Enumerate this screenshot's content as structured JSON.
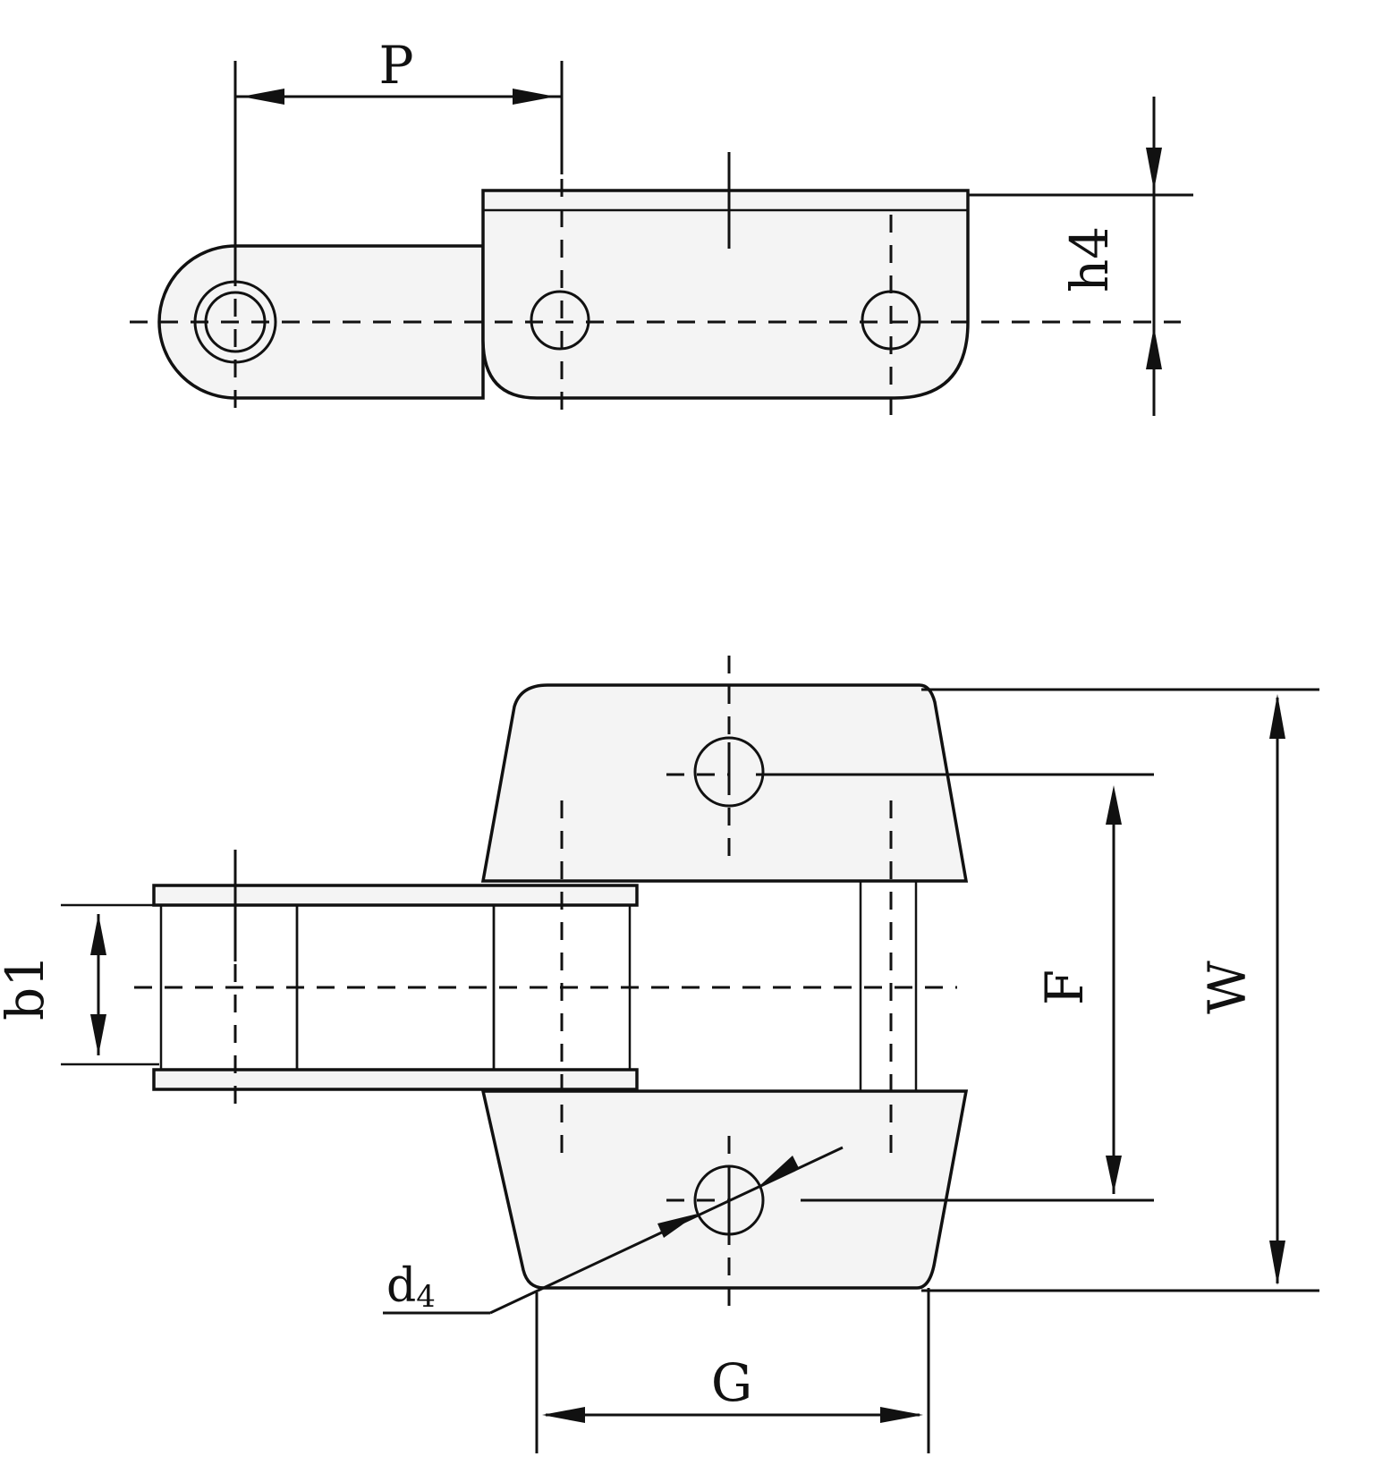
{
  "labels": {
    "pitch": "P",
    "height": "h4",
    "inner_width": "b1",
    "attachment_hole_spacing": "F",
    "total_width": "W",
    "hole_diameter_main": "d",
    "hole_diameter_sub": "4",
    "attachment_length": "G"
  },
  "colors": {
    "line": "#111111",
    "fill": "#f4f4f4",
    "background": "#ffffff"
  }
}
